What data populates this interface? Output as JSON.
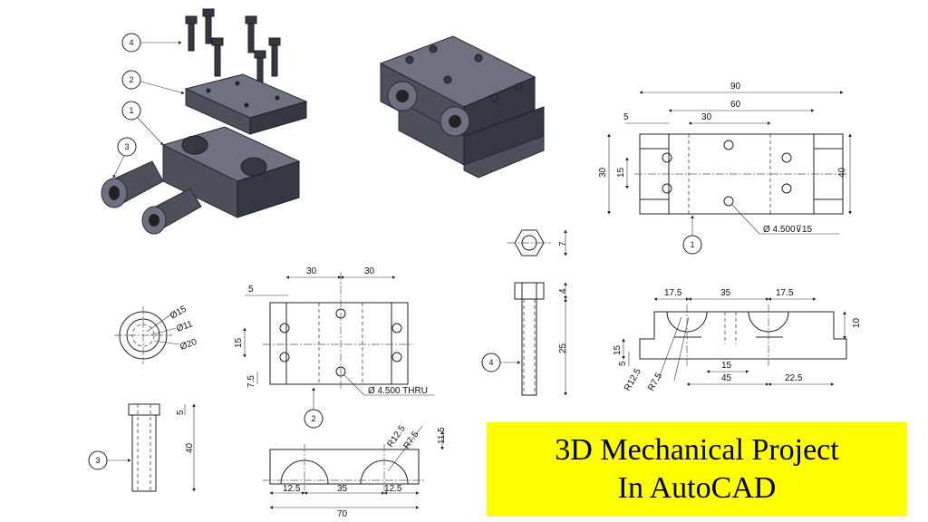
{
  "title": {
    "line1": "3D Mechanical Project",
    "line2": "In AutoCAD",
    "background": "#ffff00"
  },
  "balloons": {
    "bolt": "4",
    "cap": "2",
    "base": "1",
    "bushing": "3",
    "base_view": "1",
    "cap_view": "2",
    "bolt_view": "4",
    "bushing_view": "3"
  },
  "base_top_view": {
    "d_overall": "90",
    "d_inner": "60",
    "d_center": "30",
    "d_edge": "5",
    "d_v_outer": "30",
    "d_v_inner": "15",
    "d_height": "40",
    "hole_note": "Ø 4.500⊽15"
  },
  "base_front_view": {
    "d_l1": "17.5",
    "d_l2": "35",
    "d_l3": "17.5",
    "d_h1": "10",
    "d_v1": "15",
    "d_v2": "5",
    "d_b1": "15",
    "d_b2": "45",
    "d_b3": "22.5",
    "r1": "R12.5",
    "r2": "R7.5"
  },
  "cap_top_view": {
    "d_a": "30",
    "d_b": "30",
    "d_edge": "5",
    "d_v1": "15",
    "d_v2": "7.5",
    "hole_note": "Ø 4.500 THRU"
  },
  "cap_front_view": {
    "d_l1": "12.5",
    "d_l2": "35",
    "d_l3": "12.5",
    "d_total": "70",
    "d_h": "11.5",
    "r1": "R12.5",
    "r2": "R7.5"
  },
  "bolt_view": {
    "d_head": "7",
    "d_head2": "4",
    "d_shank": "25"
  },
  "bushing_view": {
    "d1": "Ø15",
    "d2": "Ø11",
    "d3": "Ø20",
    "d_flange": "5",
    "d_len": "40"
  }
}
